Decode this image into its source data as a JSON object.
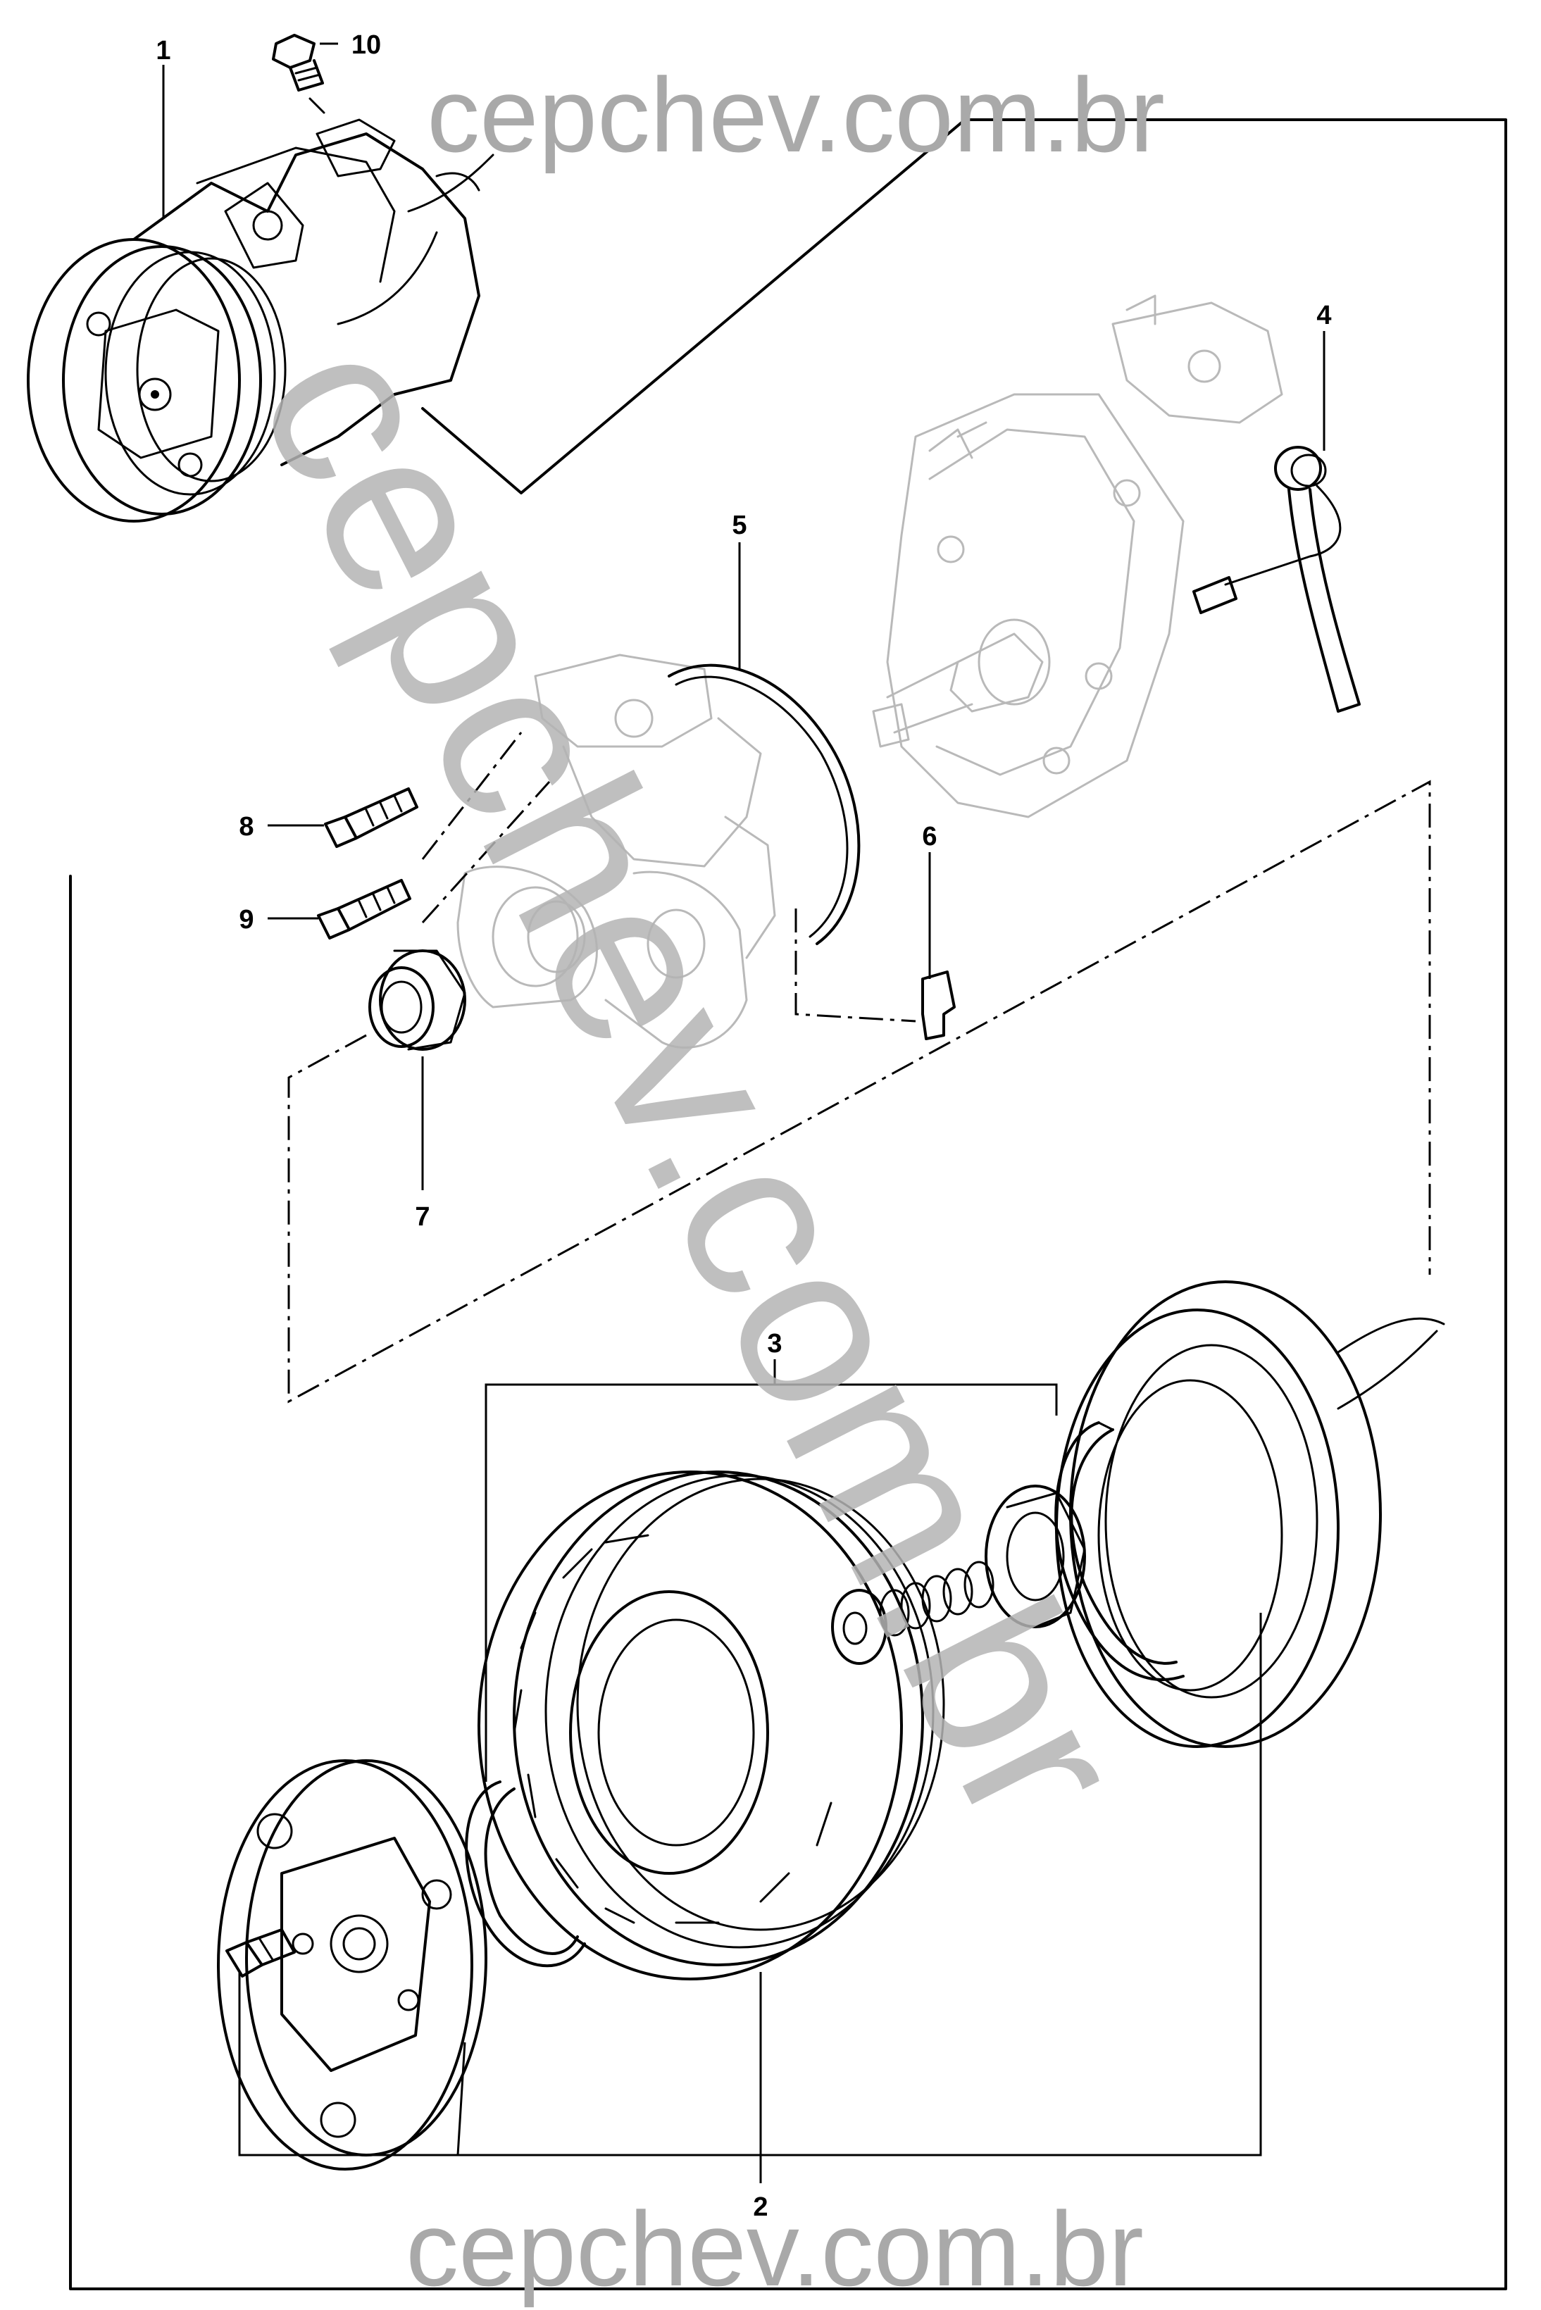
{
  "watermark": {
    "top": "cepchev.com.br",
    "bottom": "cepchev.com.br",
    "diagonal": "cepchev.com.br"
  },
  "callouts": [
    "1",
    "2",
    "3",
    "4",
    "5",
    "6",
    "7",
    "8",
    "9",
    "10"
  ]
}
